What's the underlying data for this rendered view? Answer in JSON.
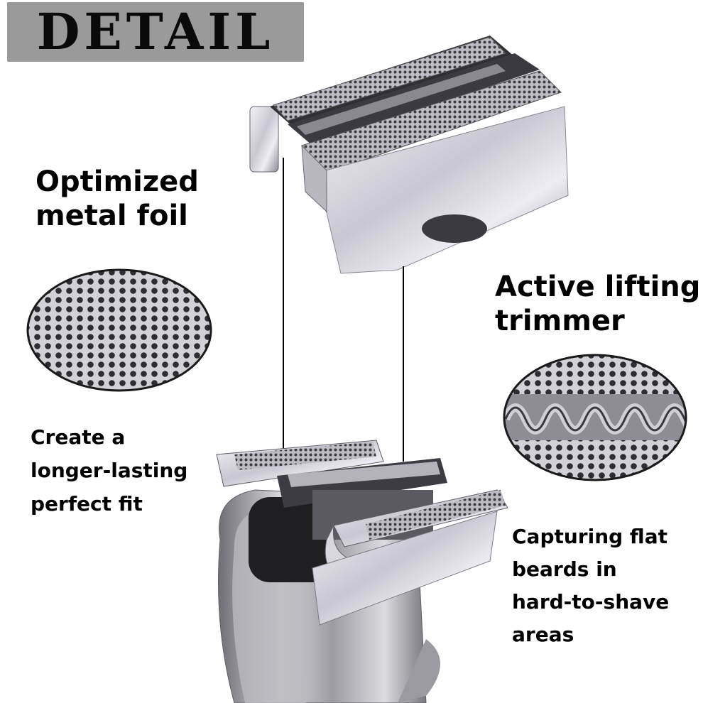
{
  "banner": {
    "title": "DETAIL"
  },
  "callouts": {
    "foil": {
      "line1": "Optimized",
      "line2": "metal foil"
    },
    "trimmer": {
      "line1": "Active lifting",
      "line2": "trimmer"
    },
    "fit": {
      "line1": "Create a",
      "line2": "longer-lasting",
      "line3": "perfect fit"
    },
    "capture": {
      "line1": "Capturing flat",
      "line2": "beards in",
      "line3": "hard-to-shave",
      "line4": "areas"
    }
  },
  "colors": {
    "banner_bg": "#9a9a9a",
    "text": "#000000",
    "metal_light": "#e8e6ee",
    "metal_dark": "#4a4a52"
  },
  "icons": [
    "foil-cassette-image",
    "foil-closeup-image",
    "trimmer-closeup-image",
    "shaver-head-image"
  ]
}
